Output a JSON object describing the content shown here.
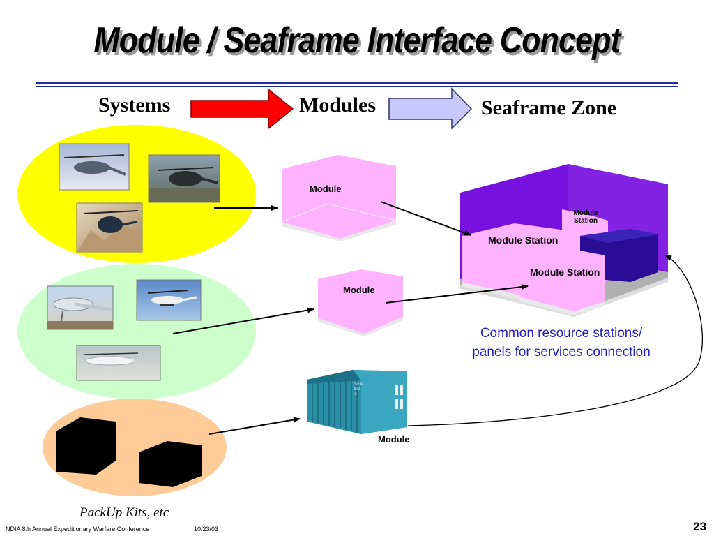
{
  "slide": {
    "title": "Module / Seaframe Interface Concept",
    "page_number": "23",
    "footer_conference": "NDIA 8th Annual Expeditionary Warfare Conference",
    "footer_date": "10/23/03"
  },
  "flow": {
    "systems": "Systems",
    "modules": "Modules",
    "seaframe_zone": "Seaframe Zone"
  },
  "modules": {
    "top": "Module",
    "middle": "Module",
    "container": "Module",
    "container_stencil": "SEA BOX"
  },
  "seaframe": {
    "station_small": "Module Station",
    "station_large_1": "Module Station",
    "station_large_2": "Module Station",
    "caption_line1": "Common resource stations/",
    "caption_line2": "panels for services connection"
  },
  "groups": {
    "packup_label": "PackUp Kits, etc"
  },
  "colors": {
    "title_rule": "#1f2fa0",
    "systems_arrow": "#ff0000",
    "modules_arrow": "#c8c8ff",
    "group_yellow": "#ffff00",
    "group_green": "#ccffcc",
    "group_orange": "#ffcc99",
    "module_pink": "#ffb3ff",
    "seaframe_purple": "#7711dd",
    "caption_blue": "#1f1fbf",
    "container_teal": "#2a8fa8"
  }
}
